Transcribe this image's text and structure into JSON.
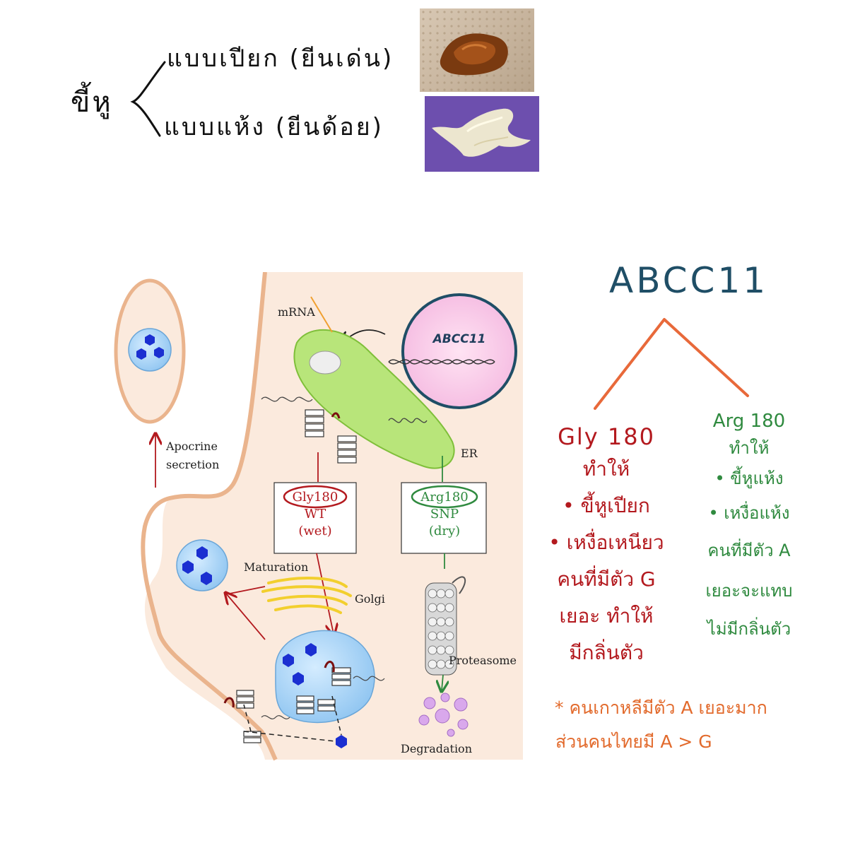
{
  "earwax": {
    "label": "ขี้หู",
    "wet": "แบบเปียก (ยีนเด่น)",
    "dry": "แบบแห้ง (ยีนด้อย)"
  },
  "diagram": {
    "mrna": "mRNA",
    "nucleus_gene": "ABCC11",
    "er": "ER",
    "apocrine": [
      "Apocrine",
      "secretion"
    ],
    "maturation": "Maturation",
    "golgi": "Golgi",
    "proteasome": "Proteasome",
    "degradation": "Degradation",
    "wt_box": [
      "Gly180",
      "WT",
      "(wet)"
    ],
    "snp_box": [
      "Arg180",
      "SNP",
      "(dry)"
    ]
  },
  "tree": {
    "root": "ABCC11",
    "left": {
      "lines": [
        "Gly 180",
        "ทำให้",
        "• ขี้หูเปียก",
        "• เหงื่อเหนียว",
        "คนที่มีตัว G",
        "เยอะ ทำให้",
        "มีกลิ่นตัว"
      ],
      "color": "#b3191e"
    },
    "right": {
      "lines": [
        "Arg 180",
        "ทำให้",
        "• ขี้หูแห้ง",
        "• เหงื่อแห้ง",
        "คนที่มีตัว A",
        "เยอะจะแทบ",
        "ไม่มีกลิ่นตัว"
      ],
      "color": "#2f8a3f"
    },
    "line_color": "#e8693a"
  },
  "note": {
    "line1": "* คนเกาหลีมีตัว A เยอะมาก",
    "line2": "ส่วนคนไทยมี A > G",
    "color": "#e26a2c"
  }
}
